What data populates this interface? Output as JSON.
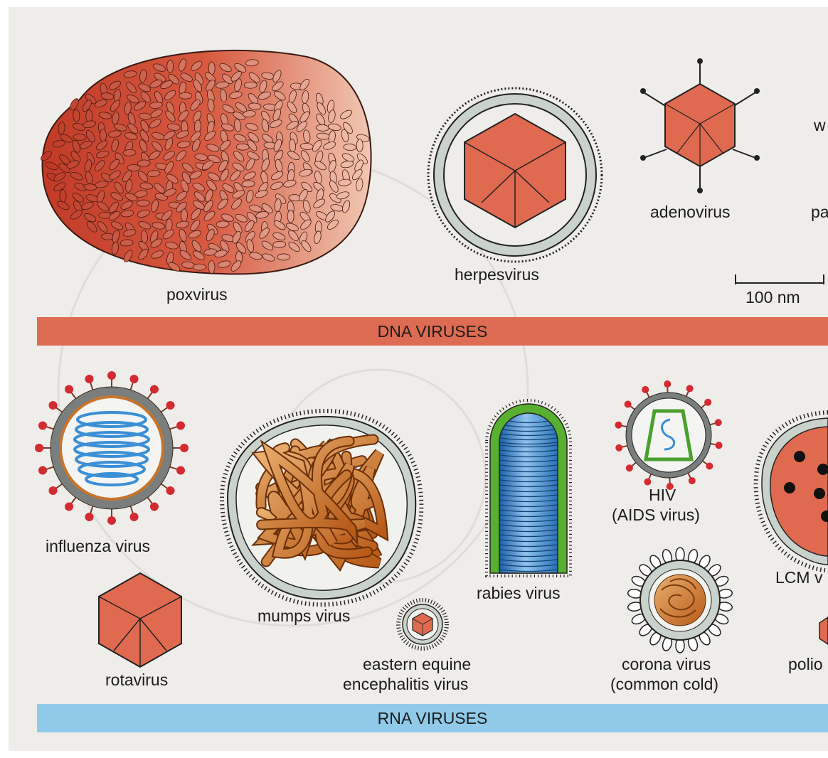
{
  "sections": {
    "dna_title": "DNA VIRUSES",
    "rna_title": "RNA VIRUSES"
  },
  "dna_viruses": {
    "poxvirus": "poxvirus",
    "herpesvirus": "herpesvirus",
    "adenovirus": "adenovirus",
    "cut_top": "w",
    "cut_bottom": "pa"
  },
  "scale_bar": {
    "label": "100 nm"
  },
  "rna_viruses": {
    "influenza": "influenza virus",
    "rotavirus": "rotavirus",
    "mumps": "mumps virus",
    "eee_line1": "eastern equine",
    "eee_line2": "encephalitis virus",
    "rabies": "rabies virus",
    "hiv_line1": "HIV",
    "hiv_line2": "(AIDS virus)",
    "corona_line1": "corona virus",
    "corona_line2": "(common cold)",
    "lcm": "LCM v",
    "polio": "polio"
  },
  "colors": {
    "capsid": "#e06a50",
    "poxvirus_dark": "#c23a26",
    "poxvirus_light": "#f0c7b2",
    "envelope_gray": "#c9d2cb",
    "rna_coil_blue": "#3a8fd6",
    "rna_coil_orange": "#c8681c",
    "rabies_green": "#58b030",
    "spike_red": "#d42a30",
    "dna_band": "#dd6c52",
    "rna_band": "#8fcbe9"
  }
}
